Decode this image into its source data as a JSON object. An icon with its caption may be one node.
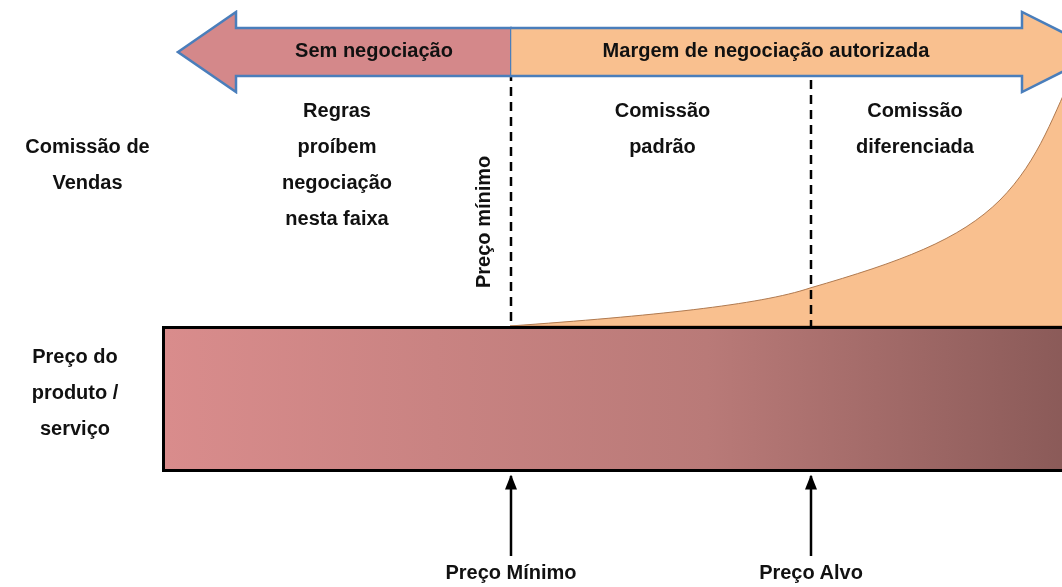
{
  "diagram": {
    "nodes": [
      {
        "text": [
          "Sem negociação"
        ]
      },
      {
        "text": [
          "Margem de negociação autorizada"
        ]
      },
      {
        "text": [],
        "shape": "bar"
      },
      {
        "text": [
          "Preço Mínimo"
        ]
      },
      {
        "text": [
          "Preço Alvo"
        ]
      }
    ],
    "edges": [
      {
        "from": 3,
        "to": 2,
        "arrow": "to"
      },
      {
        "from": 4,
        "to": 2,
        "arrow": "to"
      }
    ],
    "labels": [
      "Comissão de Vendas",
      "Regras proíbem negociação nesta faixa",
      "Preço mínimo",
      "Comissão padrão",
      "Comissão diferenciada",
      "Preço do produto / serviço"
    ]
  }
}
